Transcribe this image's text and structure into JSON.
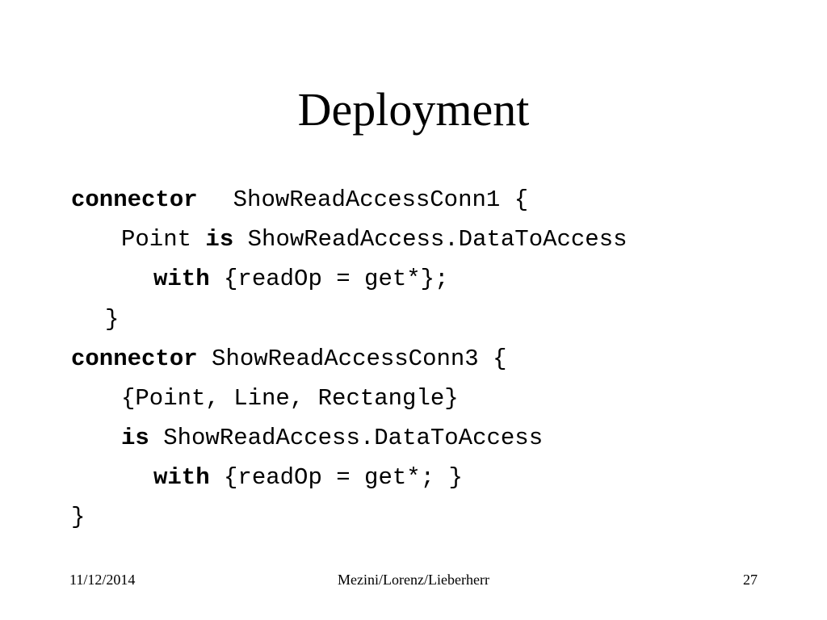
{
  "slide": {
    "title": "Deployment",
    "code": {
      "line1": {
        "kw": "connector",
        "rest": "ShowReadAccessConn1 {"
      },
      "line2": {
        "pre": "Point ",
        "kw": "is",
        "rest": " ShowReadAccess.DataToAccess"
      },
      "line3": {
        "kw": "with",
        "rest": " {readOp = get*};"
      },
      "line4": {
        "text": "}"
      },
      "line5": {
        "kw": "connector",
        "rest": " ShowReadAccessConn3 {"
      },
      "line6": {
        "text": "{Point, Line, Rectangle}"
      },
      "line7": {
        "kw": "is",
        "rest": " ShowReadAccess.DataToAccess"
      },
      "line8": {
        "kw": "with",
        "rest": " {readOp = get*; }"
      },
      "line9": {
        "text": "}"
      }
    },
    "footer": {
      "date": "11/12/2014",
      "authors": "Mezini/Lorenz/Lieberherr",
      "page_number": "27"
    }
  }
}
